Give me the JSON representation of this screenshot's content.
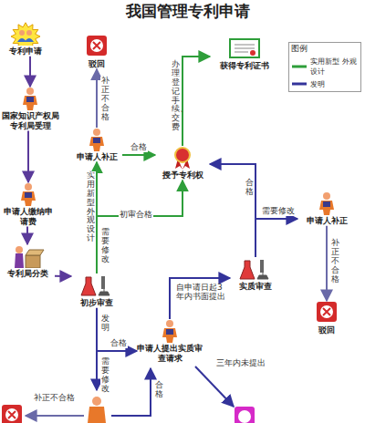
{
  "diagram": {
    "title": "我国管理专利申请",
    "nodes": [
      {
        "text": [
          "专利申请"
        ]
      },
      {
        "text": [
          "国家知识产权局 专利局受理"
        ]
      },
      {
        "text": [
          "申请人缴纳申请费"
        ]
      },
      {
        "text": [
          "专利局分类"
        ]
      },
      {
        "text": [
          "初步审查"
        ]
      },
      {
        "text": [
          "申请人补正"
        ]
      },
      {
        "text": [
          "驳回"
        ]
      },
      {
        "text": [
          "授予专利权"
        ]
      },
      {
        "text": [
          "获得专利证书"
        ]
      },
      {
        "text": [
          "申请人补正"
        ]
      },
      {
        "text": [
          "驳回"
        ]
      },
      {
        "text": [
          "实质审查"
        ]
      },
      {
        "text": [
          "申请人提出实质审查请求"
        ]
      }
    ],
    "edges": [
      {
        "from": 0,
        "to": 1,
        "arrow": "to"
      },
      {
        "from": 1,
        "to": 2,
        "arrow": "to"
      },
      {
        "from": 2,
        "to": 3,
        "arrow": "to"
      },
      {
        "from": 3,
        "to": 4,
        "arrow": "to"
      },
      {
        "from": 4,
        "to": 5,
        "label": "需要修改",
        "arrow": "to"
      },
      {
        "from": 5,
        "to": 6,
        "label": "补正不合格",
        "arrow": "to"
      },
      {
        "from": 5,
        "to": 7,
        "label": "合格",
        "arrow": "to"
      },
      {
        "from": 4,
        "to": 7,
        "label": "初审合格",
        "arrow": "to"
      },
      {
        "from": 7,
        "to": 8,
        "label": "办理登记手续、交费",
        "arrow": "to"
      },
      {
        "from": 4,
        "to": 12,
        "label": "合格",
        "arrow": "to"
      },
      {
        "from": 12,
        "to": 11,
        "label": "自申请日起3年内书面提出",
        "arrow": "to"
      },
      {
        "from": 11,
        "to": 7,
        "label": "合格",
        "arrow": "to"
      },
      {
        "from": 11,
        "to": 9,
        "label": "需要修改",
        "arrow": "to"
      },
      {
        "from": 9,
        "to": 10,
        "label": "补正不合格",
        "arrow": "to"
      }
    ],
    "labels": [
      "图例",
      "实用新型 外观设计",
      "发明",
      "需要修改",
      "补正不合格",
      "合格",
      "三年内未提出"
    ],
    "legend": [
      {
        "text": "实用新型 外观设计"
      },
      {
        "text": "发明"
      }
    ]
  }
}
